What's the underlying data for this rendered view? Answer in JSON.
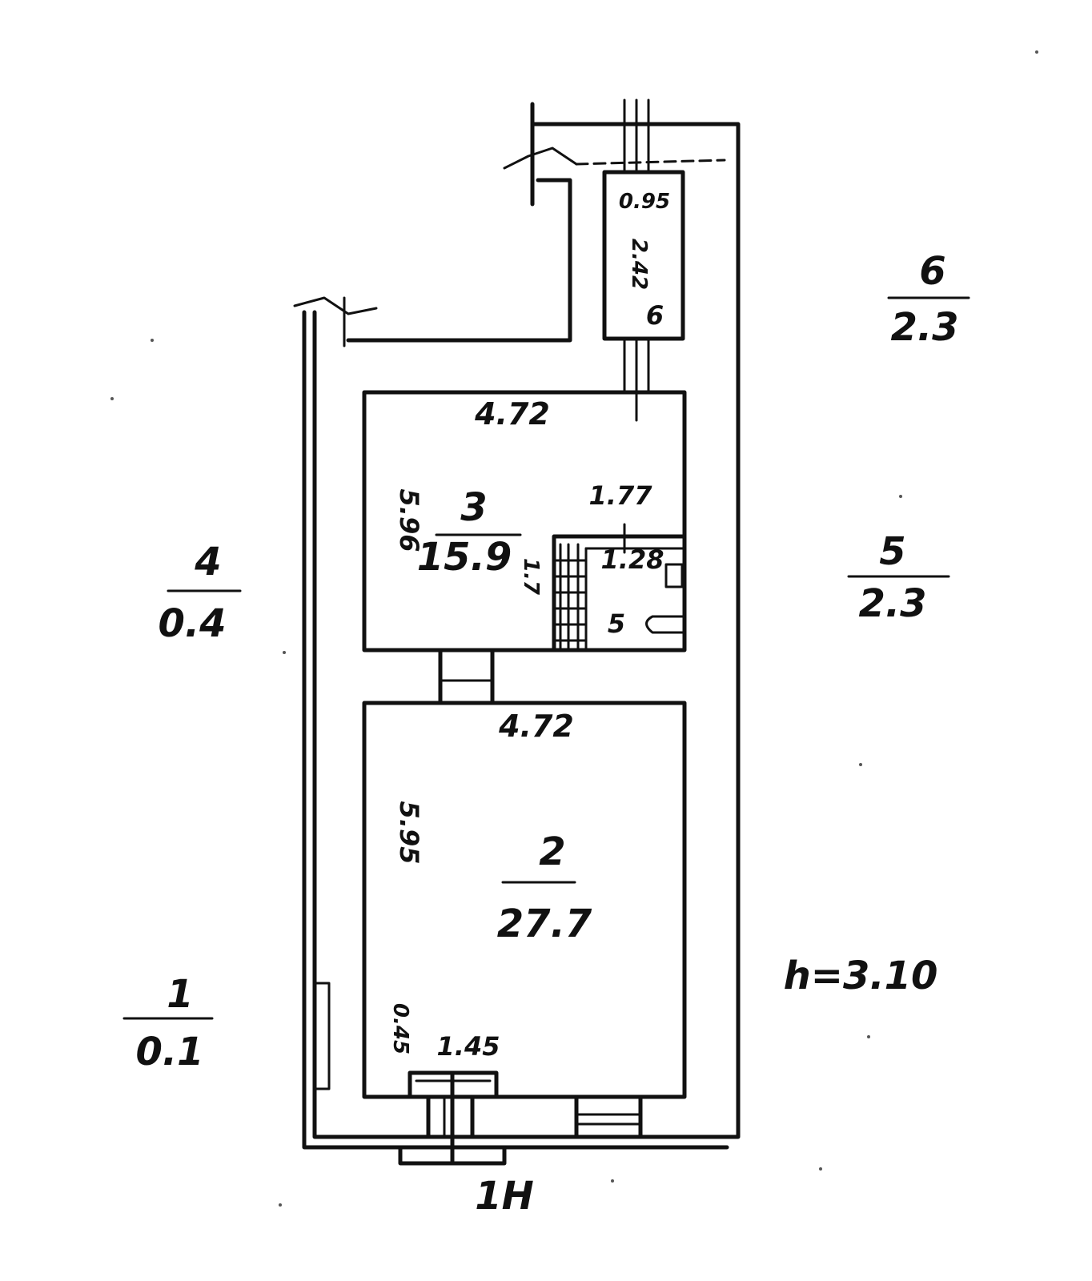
{
  "colors": {
    "ink": "#111111",
    "paper": "#ffffff"
  },
  "rooms": [
    {
      "id": "1",
      "number": "1",
      "area": "0.1"
    },
    {
      "id": "2",
      "number": "2",
      "area": "27.7"
    },
    {
      "id": "3",
      "number": "3",
      "area": "15.9"
    },
    {
      "id": "4",
      "number": "4",
      "area": "0.4"
    },
    {
      "id": "5",
      "number": "5",
      "area": "2.3"
    },
    {
      "id": "6",
      "number": "6",
      "area": "2.3"
    }
  ],
  "dimensions": {
    "room3_top": "4.72",
    "room3_left": "5.96",
    "room2_top": "4.72",
    "room2_left": "5.95",
    "closet_width": "1.77",
    "closet_depth": "1.28",
    "stair_depth": "1.7",
    "small_room_width": "0.95",
    "small_room_depth": "2.42",
    "entrance_width": "1.45",
    "entrance_depth": "0.45"
  },
  "small_labels": {
    "closet_number": "5",
    "small_room_number": "6"
  },
  "height_note": "h=3.10",
  "entrance_label": "1H"
}
